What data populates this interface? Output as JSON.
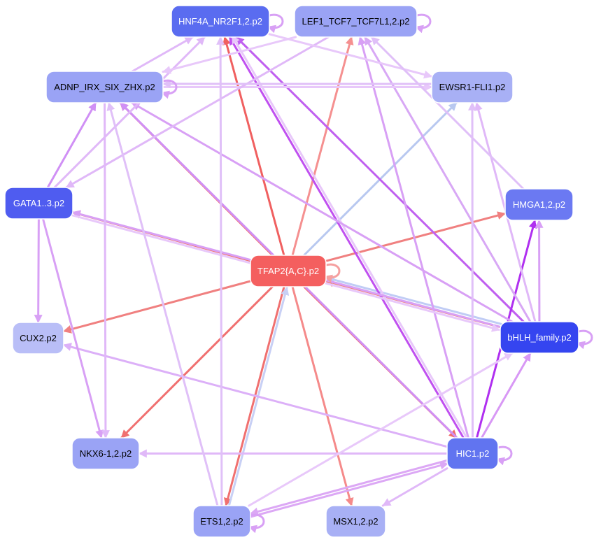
{
  "nodes": [
    {
      "id": "hnf4a",
      "label": "HNF4A_NR2F1,2.p2",
      "fill": "#5a6cf0",
      "text_color": "#ffffff"
    },
    {
      "id": "lef1",
      "label": "LEF1_TCF7_TCF7L1,2.p2",
      "fill": "#9aa3f5",
      "text_color": "#000000"
    },
    {
      "id": "adnp",
      "label": "ADNP_IRX_SIX_ZHX.p2",
      "fill": "#9aa3f5",
      "text_color": "#000000"
    },
    {
      "id": "ewsr1",
      "label": "EWSR1-FLI1.p2",
      "fill": "#a8b0f5",
      "text_color": "#000000"
    },
    {
      "id": "gata",
      "label": "GATA1..3.p2",
      "fill": "#4f5cf0",
      "text_color": "#ffffff"
    },
    {
      "id": "hmga",
      "label": "HMGA1,2.p2",
      "fill": "#6b79f2",
      "text_color": "#ffffff"
    },
    {
      "id": "tfap2",
      "label": "TFAP2{A,C}.p2",
      "fill": "#f45f5f",
      "text_color": "#ffffff"
    },
    {
      "id": "cux2",
      "label": "CUX2.p2",
      "fill": "#b9bef7",
      "text_color": "#000000"
    },
    {
      "id": "bhlh",
      "label": "bHLH_family.p2",
      "fill": "#3545f0",
      "text_color": "#ffffff"
    },
    {
      "id": "nkx6",
      "label": "NKX6-1,2.p2",
      "fill": "#9aa3f5",
      "text_color": "#000000"
    },
    {
      "id": "hic1",
      "label": "HIC1.p2",
      "fill": "#6174f0",
      "text_color": "#ffffff"
    },
    {
      "id": "ets",
      "label": "ETS1,2.p2",
      "fill": "#9aa3f5",
      "text_color": "#000000"
    },
    {
      "id": "msx",
      "label": "MSX1,2.p2",
      "fill": "#a8b0f5",
      "text_color": "#000000"
    }
  ],
  "edges": [
    {
      "from": "tfap2",
      "to": "hnf4a",
      "color": "#f06060"
    },
    {
      "from": "tfap2",
      "to": "lef1",
      "color": "#f59090"
    },
    {
      "from": "tfap2",
      "to": "adnp",
      "color": "#f07070"
    },
    {
      "from": "tfap2",
      "to": "gata",
      "color": "#f07070"
    },
    {
      "from": "tfap2",
      "to": "hmga",
      "color": "#f08080"
    },
    {
      "from": "tfap2",
      "to": "cux2",
      "color": "#f08080"
    },
    {
      "from": "tfap2",
      "to": "nkx6",
      "color": "#f07070"
    },
    {
      "from": "tfap2",
      "to": "hic1",
      "color": "#f06a6a"
    },
    {
      "from": "tfap2",
      "to": "ets",
      "color": "#f07070"
    },
    {
      "from": "tfap2",
      "to": "msx",
      "color": "#f58a8a"
    },
    {
      "from": "bhlh",
      "to": "tfap2",
      "color": "#f08080"
    },
    {
      "from": "tfap2",
      "to": "ewsr1",
      "color": "#b8c8f0"
    },
    {
      "from": "ets",
      "to": "tfap2",
      "color": "#c8d0f5"
    },
    {
      "from": "bhlh",
      "to": "tfap2",
      "color": "#c0ccf5"
    },
    {
      "from": "hic1",
      "to": "hnf4a",
      "color": "#c050f0"
    },
    {
      "from": "bhlh",
      "to": "hnf4a",
      "color": "#c060f0"
    },
    {
      "from": "hic1",
      "to": "hmga",
      "color": "#b030f0"
    },
    {
      "from": "hic1",
      "to": "bhlh",
      "color": "#d898f5"
    },
    {
      "from": "hic1",
      "to": "adnp",
      "color": "#d090f5"
    },
    {
      "from": "hic1",
      "to": "lef1",
      "color": "#d8a0f5"
    },
    {
      "from": "hic1",
      "to": "nkx6",
      "color": "#e0b8f8"
    },
    {
      "from": "hic1",
      "to": "cux2",
      "color": "#dcb0f8"
    },
    {
      "from": "hic1",
      "to": "ets",
      "color": "#dca8f5"
    },
    {
      "from": "hic1",
      "to": "msx",
      "color": "#e0b8f8"
    },
    {
      "from": "hic1",
      "to": "hnf4a",
      "color": "#e8c8fa"
    },
    {
      "from": "bhlh",
      "to": "gata",
      "color": "#d8a0f5"
    },
    {
      "from": "bhlh",
      "to": "adnp",
      "color": "#d8a0f5"
    },
    {
      "from": "bhlh",
      "to": "hmga",
      "color": "#d8a0f5"
    },
    {
      "from": "bhlh",
      "to": "lef1",
      "color": "#d8a8f5"
    },
    {
      "from": "bhlh",
      "to": "ewsr1",
      "color": "#e0b8f8"
    },
    {
      "from": "gata",
      "to": "adnp",
      "color": "#d090f5"
    },
    {
      "from": "gata",
      "to": "cux2",
      "color": "#d8a0f5"
    },
    {
      "from": "gata",
      "to": "nkx6",
      "color": "#d8a0f5"
    },
    {
      "from": "gata",
      "to": "hnf4a",
      "color": "#e0b8f8"
    },
    {
      "from": "gata",
      "to": "bhlh",
      "color": "#e8c8fa"
    },
    {
      "from": "adnp",
      "to": "hnf4a",
      "color": "#e0b8f8"
    },
    {
      "from": "adnp",
      "to": "nkx6",
      "color": "#e0b8f8"
    },
    {
      "from": "adnp",
      "to": "ewsr1",
      "color": "#e8c8fa"
    },
    {
      "from": "lef1",
      "to": "gata",
      "color": "#e0b8f8"
    },
    {
      "from": "lef1",
      "to": "adnp",
      "color": "#e8c8fa"
    },
    {
      "from": "hnf4a",
      "to": "ewsr1",
      "color": "#e8c8fa"
    },
    {
      "from": "ets",
      "to": "hnf4a",
      "color": "#e0c0f8"
    },
    {
      "from": "ets",
      "to": "adnp",
      "color": "#e0c0f8"
    },
    {
      "from": "ets",
      "to": "bhlh",
      "color": "#e8c8fa"
    },
    {
      "from": "ets",
      "to": "hic1",
      "color": "#dca8f5"
    },
    {
      "from": "hmga",
      "to": "lef1",
      "color": "#e0c0f8"
    },
    {
      "from": "hic1",
      "to": "ewsr1",
      "color": "#e0c0f8"
    },
    {
      "from": "ewsr1",
      "to": "adnp",
      "color": "#e0c0f8"
    }
  ],
  "self_loops": [
    "hnf4a",
    "lef1",
    "adnp",
    "tfap2",
    "bhlh",
    "hic1",
    "ets"
  ]
}
